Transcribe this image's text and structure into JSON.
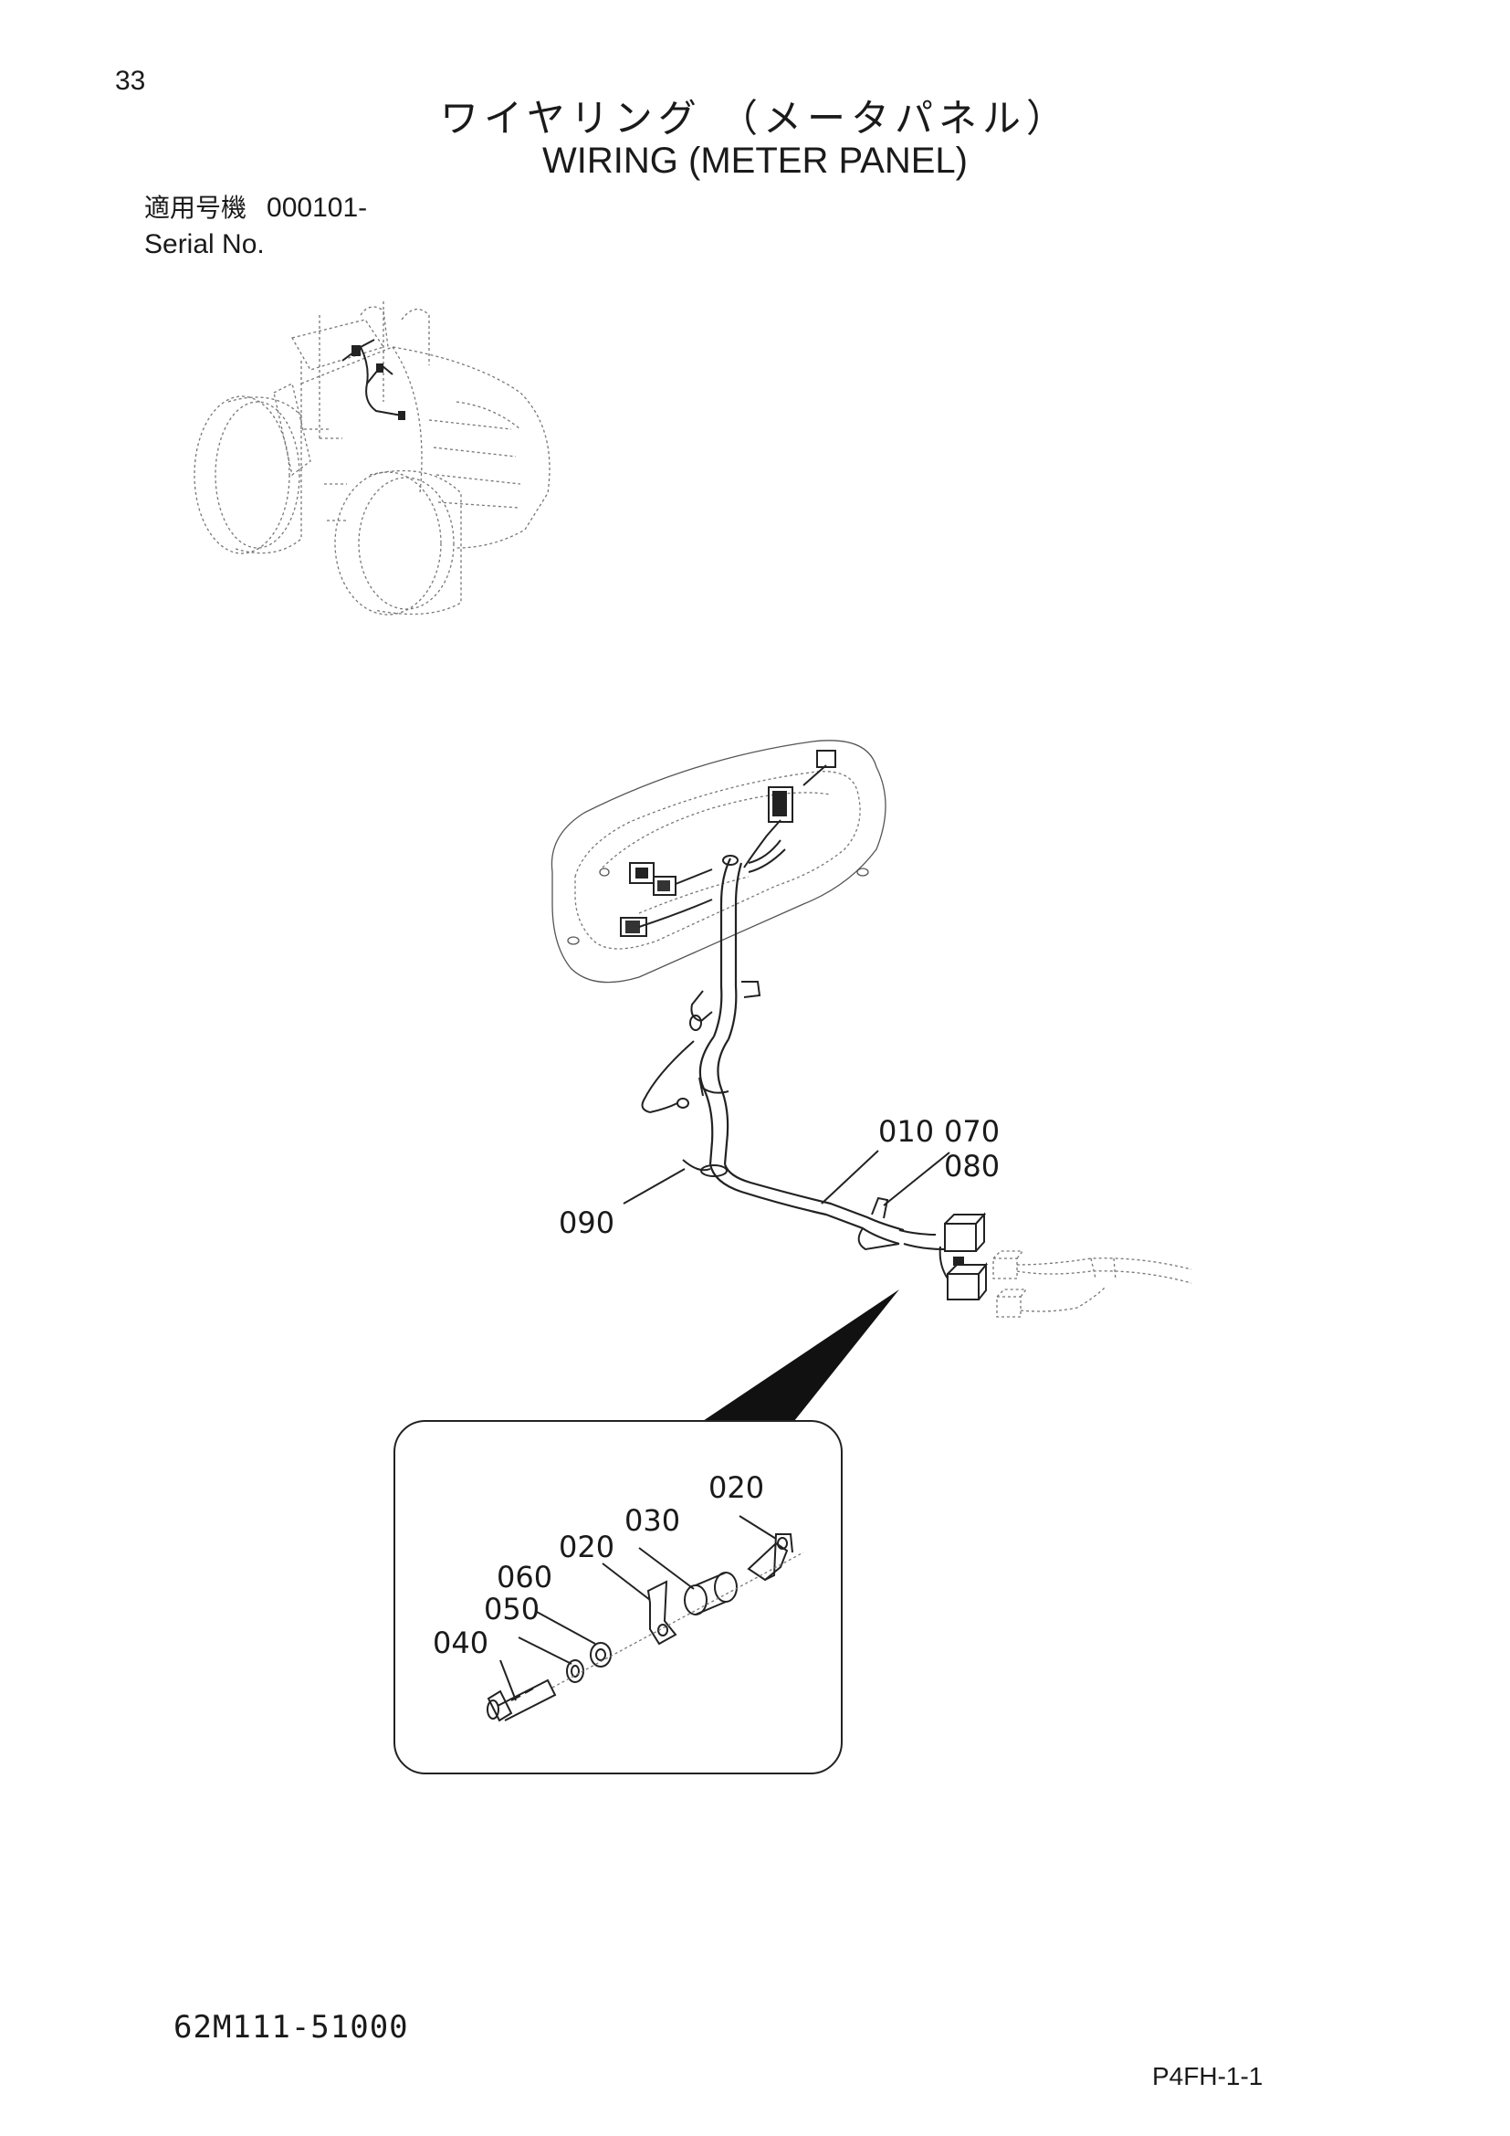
{
  "header": {
    "page_number": "33",
    "title_jp": "ワイヤリング （メータパネル）",
    "title_en": "WIRING (METER PANEL)",
    "serial_label_jp": "適用号機",
    "serial_value": "000101-",
    "serial_label_en": "Serial No."
  },
  "callouts": {
    "c010": "010",
    "c070": "070",
    "c080": "080",
    "c090": "090",
    "c020a": "020",
    "c030": "030",
    "c020b": "020",
    "c060": "060",
    "c050": "050",
    "c040": "040"
  },
  "footer": {
    "doc_code": "62M111-51000",
    "page_code": "P4FH-1-1"
  }
}
